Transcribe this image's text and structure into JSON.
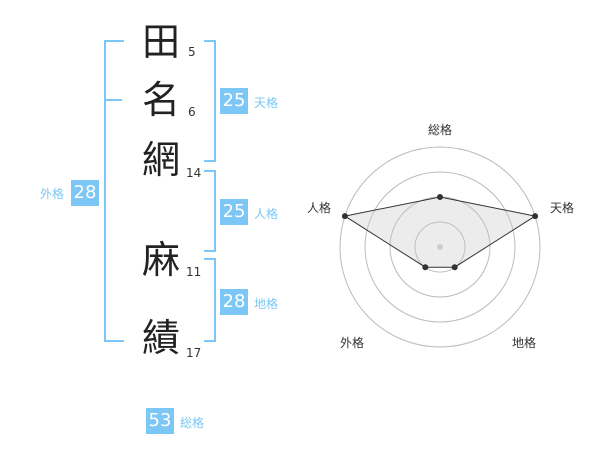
{
  "colors": {
    "accent": "#7cc7f5",
    "label": "#7cc7f5",
    "kanji": "#222222",
    "ring": "#bbbbbb"
  },
  "name": {
    "surname": [
      {
        "char": "田",
        "strokes": "5"
      },
      {
        "char": "名",
        "strokes": "6"
      },
      {
        "char": "網",
        "strokes": "14"
      }
    ],
    "given": [
      {
        "char": "麻",
        "strokes": "11"
      },
      {
        "char": "績",
        "strokes": "17"
      }
    ]
  },
  "kaku": {
    "tenkaku": {
      "value": "25",
      "label": "天格"
    },
    "jinkaku": {
      "value": "25",
      "label": "人格"
    },
    "chikaku": {
      "value": "28",
      "label": "地格"
    },
    "gaikaku": {
      "value": "28",
      "label": "外格"
    },
    "soukaku": {
      "value": "53",
      "label": "総格"
    }
  },
  "radar": {
    "labels": {
      "top": "総格",
      "right": "天格",
      "bottom_right": "地格",
      "bottom_left": "外格",
      "left": "人格"
    },
    "levels": 4,
    "scores": {
      "soukaku": 2,
      "tenkaku": 4,
      "chikaku": 1,
      "gaikaku": 1,
      "jinkaku": 4
    }
  }
}
